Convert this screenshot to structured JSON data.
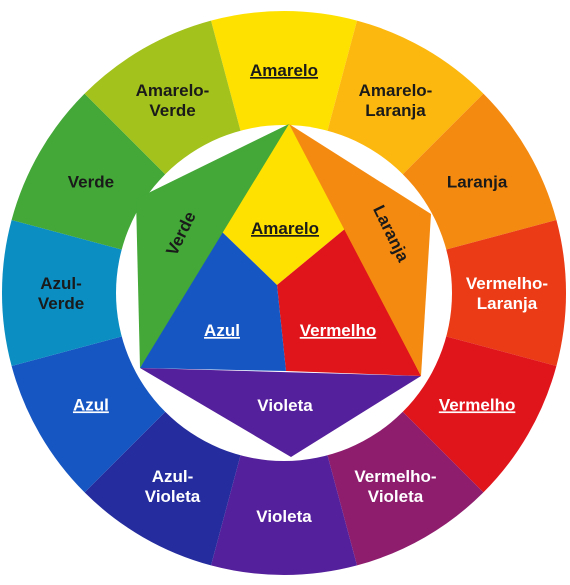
{
  "outer_ring": [
    {
      "label": [
        "Amarelo"
      ],
      "color": "#FFE100",
      "text_color": "#1a1a1a",
      "underline": true
    },
    {
      "label": [
        "Amarelo-",
        "Laranja"
      ],
      "color": "#FDB80F",
      "text_color": "#1a1a1a",
      "underline": false
    },
    {
      "label": [
        "Laranja"
      ],
      "color": "#F58A10",
      "text_color": "#1a1a1a",
      "underline": false
    },
    {
      "label": [
        "Vermelho-",
        "Laranja"
      ],
      "color": "#EA3A16",
      "text_color": "#ffffff",
      "underline": false
    },
    {
      "label": [
        "Vermelho"
      ],
      "color": "#E0141B",
      "text_color": "#ffffff",
      "underline": true
    },
    {
      "label": [
        "Vermelho-",
        "Violeta"
      ],
      "color": "#8E1D6E",
      "text_color": "#ffffff",
      "underline": false
    },
    {
      "label": [
        "Violeta"
      ],
      "color": "#55209B",
      "text_color": "#ffffff",
      "underline": false
    },
    {
      "label": [
        "Azul-",
        "Violeta"
      ],
      "color": "#252D9E",
      "text_color": "#ffffff",
      "underline": false
    },
    {
      "label": [
        "Azul"
      ],
      "color": "#1656C2",
      "text_color": "#ffffff",
      "underline": true
    },
    {
      "label": [
        "Azul-",
        "Verde"
      ],
      "color": "#0B8FC2",
      "text_color": "#1a1a1a",
      "underline": false
    },
    {
      "label": [
        "Verde"
      ],
      "color": "#43A838",
      "text_color": "#1a1a1a",
      "underline": false
    },
    {
      "label": [
        "Amarelo-",
        "Verde"
      ],
      "color": "#A3C21B",
      "text_color": "#1a1a1a",
      "underline": false
    }
  ],
  "inner": {
    "amarelo": {
      "label": "Amarelo",
      "color": "#FFE100",
      "text_color": "#1a1a1a"
    },
    "vermelho": {
      "label": "Vermelho",
      "color": "#E0141B",
      "text_color": "#ffffff"
    },
    "azul": {
      "label": "Azul",
      "color": "#1656C2",
      "text_color": "#ffffff"
    },
    "laranja": {
      "label": "Laranja",
      "color": "#F58A10",
      "text_color": "#1a1a1a"
    },
    "verde": {
      "label": "Verde",
      "color": "#43A838",
      "text_color": "#1a1a1a"
    },
    "violeta": {
      "label": "Violeta",
      "color": "#55209B",
      "text_color": "#ffffff"
    }
  },
  "hole_color": "#ffffff"
}
